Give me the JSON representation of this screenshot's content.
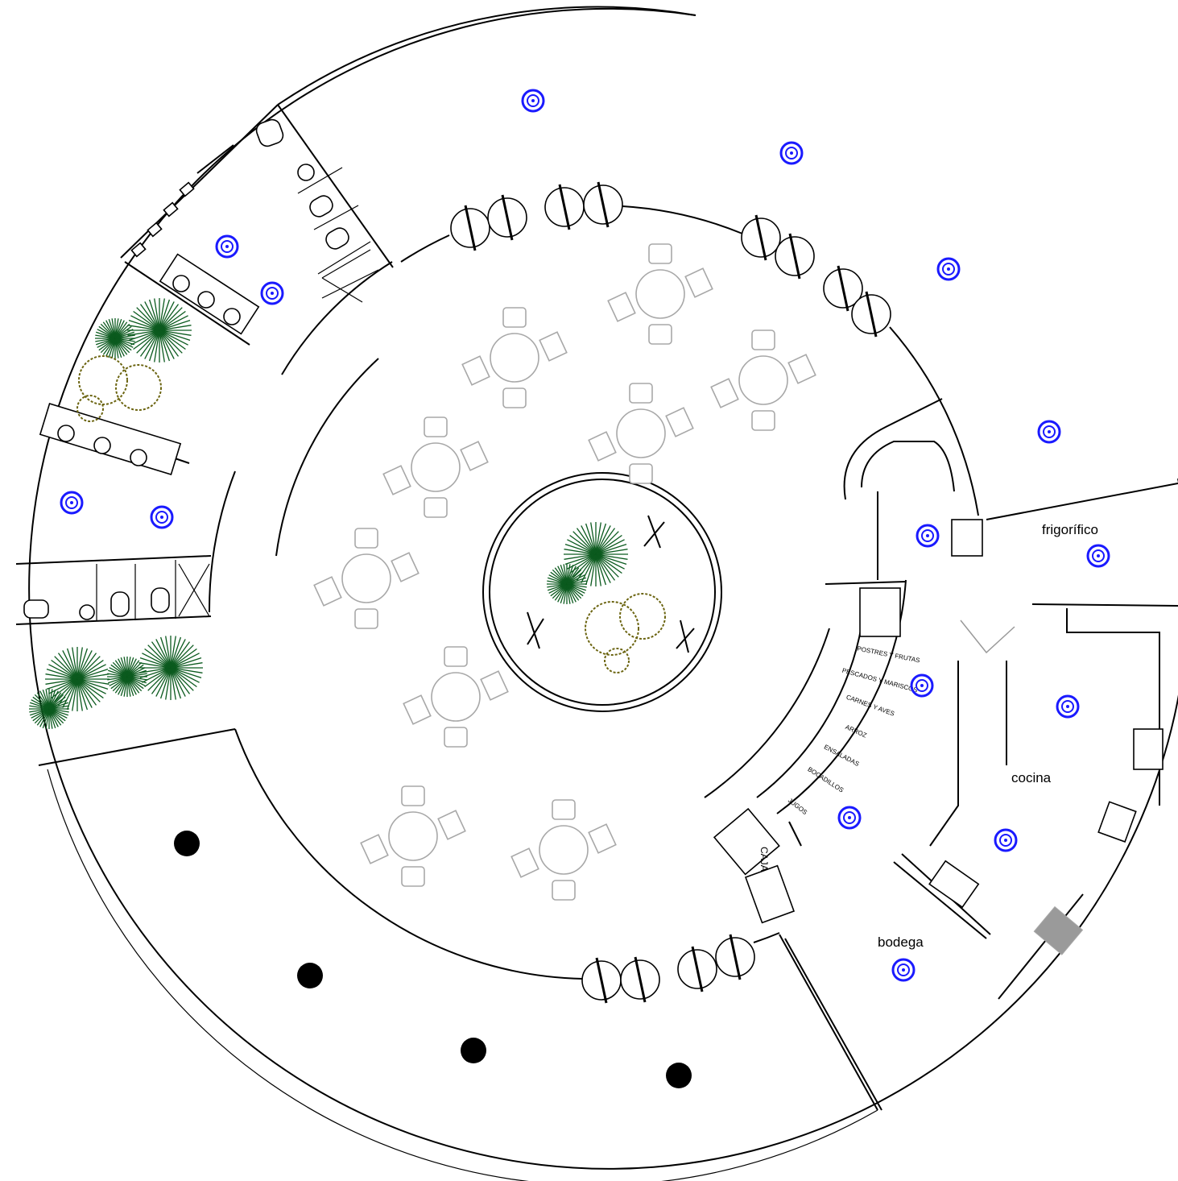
{
  "rooms": {
    "frigorifico": "frigorífico",
    "cocina": "cocina",
    "bodega": "bodega"
  },
  "cashier": "CAJA",
  "counter_sections": [
    "JUGOS",
    "BOCADILLOS",
    "ENSALADAS",
    "ARROZ",
    "CARNES Y AVES",
    "PESCADOS Y MARISCOS",
    "POSTRES Y FRUTAS"
  ],
  "colors": {
    "walls": "#000000",
    "furniture": "#a8a8a8",
    "ceiling_light": "#1a1aff",
    "plant_palm": "#0b5a1e",
    "plant_shrub": "#6b6410",
    "column": "#000000"
  }
}
